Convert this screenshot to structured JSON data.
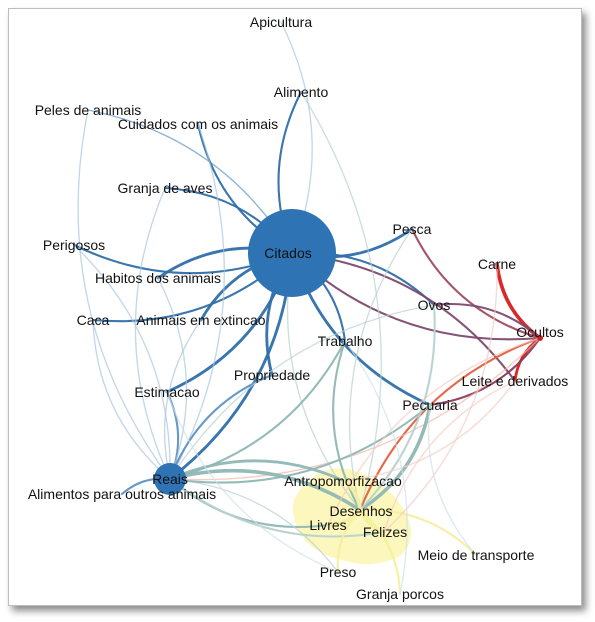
{
  "graph": {
    "nodes": [
      {
        "id": "citados",
        "label": "Citados",
        "kind": "hub-blue"
      },
      {
        "id": "reais",
        "label": "Reais",
        "kind": "hub-blue-small"
      },
      {
        "id": "ocultos",
        "label": "Ocultos",
        "kind": "hub-red"
      },
      {
        "id": "desenhos",
        "label": "Desenhos",
        "kind": "hub-yellow"
      },
      {
        "id": "felizes",
        "label": "Felizes",
        "kind": "yellow"
      },
      {
        "id": "livres",
        "label": "Livres",
        "kind": "yellow"
      },
      {
        "id": "antropomorfizacao",
        "label": "Antropomorfizacao",
        "kind": "yellow"
      },
      {
        "id": "apicultura",
        "label": "Apicultura",
        "kind": "leaf"
      },
      {
        "id": "alimento",
        "label": "Alimento",
        "kind": "leaf"
      },
      {
        "id": "peles",
        "label": "Peles de animais",
        "kind": "leaf"
      },
      {
        "id": "cuidados",
        "label": "Cuidados com os animais",
        "kind": "leaf"
      },
      {
        "id": "granja_aves",
        "label": "Granja de aves",
        "kind": "leaf"
      },
      {
        "id": "perigosos",
        "label": "Perigosos",
        "kind": "leaf"
      },
      {
        "id": "habitos",
        "label": "Habitos dos animais",
        "kind": "leaf"
      },
      {
        "id": "caca",
        "label": "Caca",
        "kind": "leaf"
      },
      {
        "id": "extincao",
        "label": "Animais em extincao",
        "kind": "leaf"
      },
      {
        "id": "estimacao",
        "label": "Estimacao",
        "kind": "leaf"
      },
      {
        "id": "propriedade",
        "label": "Propriedade",
        "kind": "leaf"
      },
      {
        "id": "trabalho",
        "label": "Trabalho",
        "kind": "leaf"
      },
      {
        "id": "pesca",
        "label": "Pesca",
        "kind": "leaf"
      },
      {
        "id": "carne",
        "label": "Carne",
        "kind": "leaf"
      },
      {
        "id": "ovos",
        "label": "Ovos",
        "kind": "leaf"
      },
      {
        "id": "leite",
        "label": "Leite e derivados",
        "kind": "leaf"
      },
      {
        "id": "pecuaria",
        "label": "Pecuaria",
        "kind": "leaf"
      },
      {
        "id": "alimentos_outros",
        "label": "Alimentos para outros animais",
        "kind": "leaf"
      },
      {
        "id": "meio_transporte",
        "label": "Meio de transporte",
        "kind": "leaf"
      },
      {
        "id": "preso",
        "label": "Preso",
        "kind": "leaf"
      },
      {
        "id": "granja_porcos",
        "label": "Granja porcos",
        "kind": "leaf"
      }
    ],
    "edges": [
      {
        "from": "citados",
        "to": "apicultura",
        "weight": 1,
        "color": "#a9c6dc"
      },
      {
        "from": "citados",
        "to": "alimento",
        "weight": 2,
        "color": "#2f6fa9"
      },
      {
        "from": "citados",
        "to": "peles",
        "weight": 1,
        "color": "#5d93c2"
      },
      {
        "from": "citados",
        "to": "cuidados",
        "weight": 2,
        "color": "#2f6fa9"
      },
      {
        "from": "citados",
        "to": "granja_aves",
        "weight": 2,
        "color": "#2f6fa9"
      },
      {
        "from": "citados",
        "to": "perigosos",
        "weight": 2,
        "color": "#2f6fa9"
      },
      {
        "from": "citados",
        "to": "habitos",
        "weight": 3,
        "color": "#2f6fa9"
      },
      {
        "from": "citados",
        "to": "caca",
        "weight": 2,
        "color": "#2f6fa9"
      },
      {
        "from": "citados",
        "to": "extincao",
        "weight": 3,
        "color": "#2f6fa9"
      },
      {
        "from": "citados",
        "to": "estimacao",
        "weight": 3,
        "color": "#2f6fa9"
      },
      {
        "from": "citados",
        "to": "propriedade",
        "weight": 3,
        "color": "#2f6fa9"
      },
      {
        "from": "citados",
        "to": "trabalho",
        "weight": 2,
        "color": "#2f6fa9"
      },
      {
        "from": "citados",
        "to": "pesca",
        "weight": 3,
        "color": "#2f6fa9"
      },
      {
        "from": "citados",
        "to": "ovos",
        "weight": 2,
        "color": "#2f6fa9"
      },
      {
        "from": "citados",
        "to": "pecuaria",
        "weight": 3,
        "color": "#2f6fa9"
      },
      {
        "from": "citados",
        "to": "reais",
        "weight": 3,
        "color": "#2f6fa9"
      },
      {
        "from": "citados",
        "to": "ocultos",
        "weight": 2,
        "color": "#7d4a6f"
      },
      {
        "from": "citados",
        "to": "leite",
        "weight": 2,
        "color": "#7d4a6f"
      },
      {
        "from": "citados",
        "to": "desenhos",
        "weight": 1,
        "color": "#b7d2cf"
      },
      {
        "from": "ocultos",
        "to": "carne",
        "weight": 4,
        "color": "#d61f1f"
      },
      {
        "from": "ocultos",
        "to": "leite",
        "weight": 3,
        "color": "#d61f1f"
      },
      {
        "from": "ocultos",
        "to": "pesca",
        "weight": 2,
        "color": "#a04c5e"
      },
      {
        "from": "ocultos",
        "to": "ovos",
        "weight": 2,
        "color": "#7d4a6f"
      },
      {
        "from": "ocultos",
        "to": "pecuaria",
        "weight": 2,
        "color": "#8c3b5a"
      },
      {
        "from": "ocultos",
        "to": "desenhos",
        "weight": 2,
        "color": "#e0623f"
      },
      {
        "from": "ocultos",
        "to": "reais",
        "weight": 1,
        "color": "#f2b5a8"
      },
      {
        "from": "reais",
        "to": "alimentos_outros",
        "weight": 2,
        "color": "#5d93c2"
      },
      {
        "from": "reais",
        "to": "peles",
        "weight": 1,
        "color": "#a9c6dc"
      },
      {
        "from": "reais",
        "to": "perigosos",
        "weight": 1,
        "color": "#a9c6dc"
      },
      {
        "from": "reais",
        "to": "caca",
        "weight": 1,
        "color": "#a9c6dc"
      },
      {
        "from": "reais",
        "to": "estimacao",
        "weight": 2,
        "color": "#5d93c2"
      },
      {
        "from": "reais",
        "to": "extincao",
        "weight": 1,
        "color": "#a9c6dc"
      },
      {
        "from": "reais",
        "to": "habitos",
        "weight": 1,
        "color": "#a9c6dc"
      },
      {
        "from": "reais",
        "to": "granja_aves",
        "weight": 1,
        "color": "#a9c6dc"
      },
      {
        "from": "reais",
        "to": "cuidados",
        "weight": 1,
        "color": "#a9c6dc"
      },
      {
        "from": "reais",
        "to": "propriedade",
        "weight": 2,
        "color": "#5d93c2"
      },
      {
        "from": "reais",
        "to": "trabalho",
        "weight": 2,
        "color": "#8fb7b4"
      },
      {
        "from": "reais",
        "to": "desenhos",
        "weight": 4,
        "color": "#8fb7b4"
      },
      {
        "from": "reais",
        "to": "livres",
        "weight": 2,
        "color": "#8fb7b4"
      },
      {
        "from": "reais",
        "to": "antropomorfizacao",
        "weight": 3,
        "color": "#8fb7b4"
      },
      {
        "from": "reais",
        "to": "felizes",
        "weight": 2,
        "color": "#b7d2cf"
      },
      {
        "from": "reais",
        "to": "preso",
        "weight": 1,
        "color": "#b7d2cf"
      },
      {
        "from": "reais",
        "to": "pecuaria",
        "weight": 2,
        "color": "#8fb7b4"
      },
      {
        "from": "reais",
        "to": "ovos",
        "weight": 1,
        "color": "#b7d2cf"
      },
      {
        "from": "desenhos",
        "to": "pecuaria",
        "weight": 4,
        "color": "#8fb7b4"
      },
      {
        "from": "desenhos",
        "to": "trabalho",
        "weight": 2,
        "color": "#8fb7b4"
      },
      {
        "from": "desenhos",
        "to": "ovos",
        "weight": 2,
        "color": "#b7d2cf"
      },
      {
        "from": "desenhos",
        "to": "pesca",
        "weight": 1,
        "color": "#b7d2cf"
      },
      {
        "from": "desenhos",
        "to": "alimento",
        "weight": 1,
        "color": "#b7d2cf"
      },
      {
        "from": "desenhos",
        "to": "meio_transporte",
        "weight": 2,
        "color": "#f4ef9e"
      },
      {
        "from": "desenhos",
        "to": "preso",
        "weight": 2,
        "color": "#f4ef9e"
      },
      {
        "from": "desenhos",
        "to": "granja_porcos",
        "weight": 2,
        "color": "#f4ef9e"
      },
      {
        "from": "desenhos",
        "to": "felizes",
        "weight": 4,
        "color": "#f4ef9e"
      },
      {
        "from": "desenhos",
        "to": "livres",
        "weight": 4,
        "color": "#f4ef9e"
      },
      {
        "from": "desenhos",
        "to": "antropomorfizacao",
        "weight": 4,
        "color": "#f4ef9e"
      },
      {
        "from": "felizes",
        "to": "leite",
        "weight": 1,
        "color": "#f6c9c0"
      },
      {
        "from": "felizes",
        "to": "carne",
        "weight": 1,
        "color": "#f6c9c0"
      },
      {
        "from": "livres",
        "to": "ocultos",
        "weight": 1,
        "color": "#f6c9c0"
      },
      {
        "from": "antropomorfizacao",
        "to": "leite",
        "weight": 1,
        "color": "#f6c9c0"
      },
      {
        "from": "preso",
        "to": "estimacao",
        "weight": 1,
        "color": "#cfe0ea"
      },
      {
        "from": "granja_porcos",
        "to": "trabalho",
        "weight": 1,
        "color": "#cfe0ea"
      },
      {
        "from": "meio_transporte",
        "to": "pecuaria",
        "weight": 1,
        "color": "#cfe0ea"
      }
    ]
  }
}
